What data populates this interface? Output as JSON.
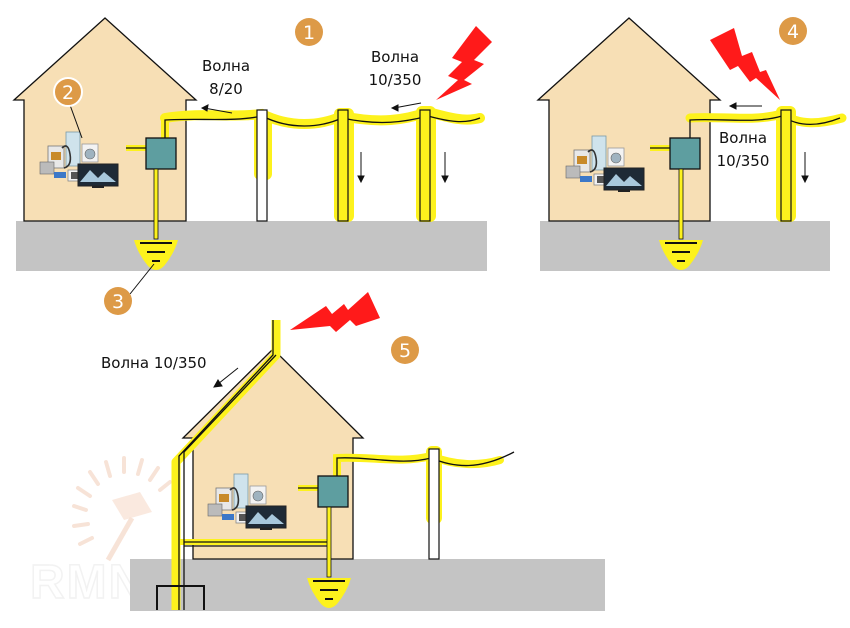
{
  "title": "Lightning surge scenarios",
  "colors": {
    "house_fill": "#f7dfb5",
    "ground_fill": "#c4c4c4",
    "surge_highlight": "#fdf21d",
    "lightning": "#ff1a1a",
    "badge": "#dd9a47",
    "panel": "#5e9ea0",
    "line": "#111111"
  },
  "badges": {
    "b1": "1",
    "b2": "2",
    "b3": "3",
    "b4": "4",
    "b5": "5"
  },
  "labels": {
    "wave_8_20_line1": "Волна",
    "wave_8_20_line2": "8/20",
    "wave_10_350_a_line1": "Волна",
    "wave_10_350_a_line2": "10/350",
    "wave_10_350_b_line1": "Волна",
    "wave_10_350_b_line2": "10/350",
    "wave_10_350_c": "Волна 10/350"
  },
  "watermark": "RMNT.RU"
}
